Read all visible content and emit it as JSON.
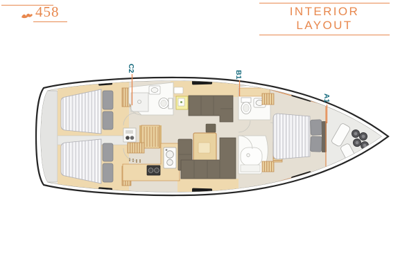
{
  "header": {
    "brand": {
      "model_number": "458",
      "logo_icon": "hanse-bird-icon"
    },
    "title": "INTERIOR LAYOUT"
  },
  "diagram": {
    "type": "yacht-interior-floor-plan",
    "orientation": "bow-right",
    "cabin_labels": [
      {
        "text": "C2",
        "points_to": "aft-head"
      },
      {
        "text": "B1",
        "points_to": "forward-head"
      },
      {
        "text": "A1",
        "points_to": "bow-locker-bulkhead"
      }
    ]
  },
  "colors": {
    "accent_orange": "#E8884E",
    "label_teal": "#14697C",
    "hull_outline": "#262626",
    "wood_tan": "#EFD9AE",
    "sofa_brown": "#786F60",
    "floor_greige": "#E5DFD3"
  }
}
